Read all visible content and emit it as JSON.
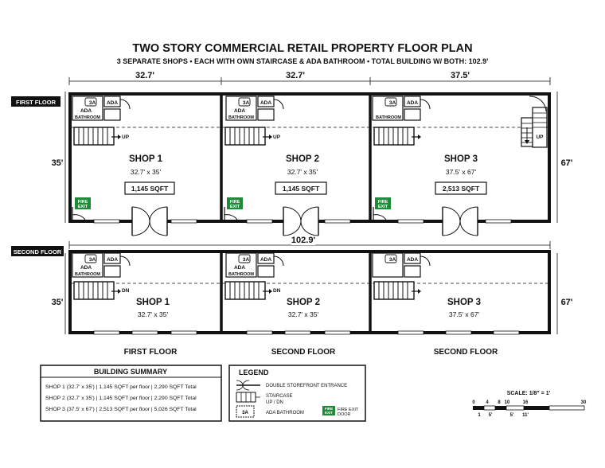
{
  "title": "TWO STORY COMMERCIAL RETAIL PROPERTY FLOOR PLAN",
  "subtitle": "3 SEPARATE SHOPS  •  EACH WITH OWN STAIRCASE & ADA BATHROOM  •  TOTAL BUILDING W/ BOTH: 102.9'",
  "dimensions": {
    "top": [
      "32.7'",
      "32.7'",
      "37.5'"
    ],
    "middle_total": "102.9'",
    "left_first": "35'",
    "right_first": "67'",
    "left_second": "35'",
    "right_second": "67'"
  },
  "floor_labels": {
    "first": "FIRST FLOOR",
    "second": "SECOND FLOOR"
  },
  "first_floor": {
    "shops": [
      {
        "name": "SHOP 1",
        "dims": "32.7' x 35'",
        "sqft": "1,145 SQFT",
        "stair": "UP"
      },
      {
        "name": "SHOP 2",
        "dims": "32.7' x 35'",
        "sqft": "1,145 SQFT",
        "stair": "UP"
      },
      {
        "name": "SHOP 3",
        "dims": "37.5' x 67'",
        "sqft": "2,513 SQFT",
        "stair": "UP"
      }
    ]
  },
  "second_floor": {
    "shops": [
      {
        "name": "SHOP 1",
        "dims": "32.7' x 35'",
        "stair": "DN",
        "caption": "FIRST FLOOR"
      },
      {
        "name": "SHOP 2",
        "dims": "32.7' x 35'",
        "stair": "DN",
        "caption": "SECOND FLOOR"
      },
      {
        "name": "SHOP 3",
        "dims": "37.5' x 67'",
        "caption": "SECOND FLOOR"
      }
    ]
  },
  "bathroom": {
    "ada": "ADA",
    "ada_label": "ADA",
    "label": "BATHROOM",
    "icon": "3A"
  },
  "fire_exit": {
    "line1": "FIRE",
    "line2": "EXIT"
  },
  "summary": {
    "title": "BUILDING SUMMARY",
    "rows": [
      "SHOP 1 (32.7' x 35') | 1,145 SQFT per floor | 2,290 SQFT Total",
      "SHOP 2 (32.7' x 35') | 1,145 SQFT per floor | 2,290 SQFT Total",
      "SHOP 3 (37.5' x 67') | 2,513 SQFT per floor | 5,026 SQFT Total"
    ]
  },
  "legend": {
    "title": "LEGEND",
    "entrance": "DOUBLE STOREFRONT ENTRANCE",
    "staircase": "STAIRCASE",
    "staircase2": "UP / DN",
    "bathroom": "ADA BATHROOM",
    "fire_line1": "FIRE EXIT",
    "fire_line2": "DOOR",
    "fire_badge1": "FIRE",
    "fire_badge2": "EXIT"
  },
  "scale": {
    "label": "SCALE: 1/8\" = 1'",
    "ticks_top": [
      "0",
      "4",
      "8",
      "10",
      "16",
      "30"
    ],
    "ticks_bottom": [
      "1",
      "5'",
      "5'",
      "11'"
    ]
  },
  "colors": {
    "wall": "#111111",
    "fire_exit": "#1f8a3a",
    "background": "#ffffff"
  }
}
